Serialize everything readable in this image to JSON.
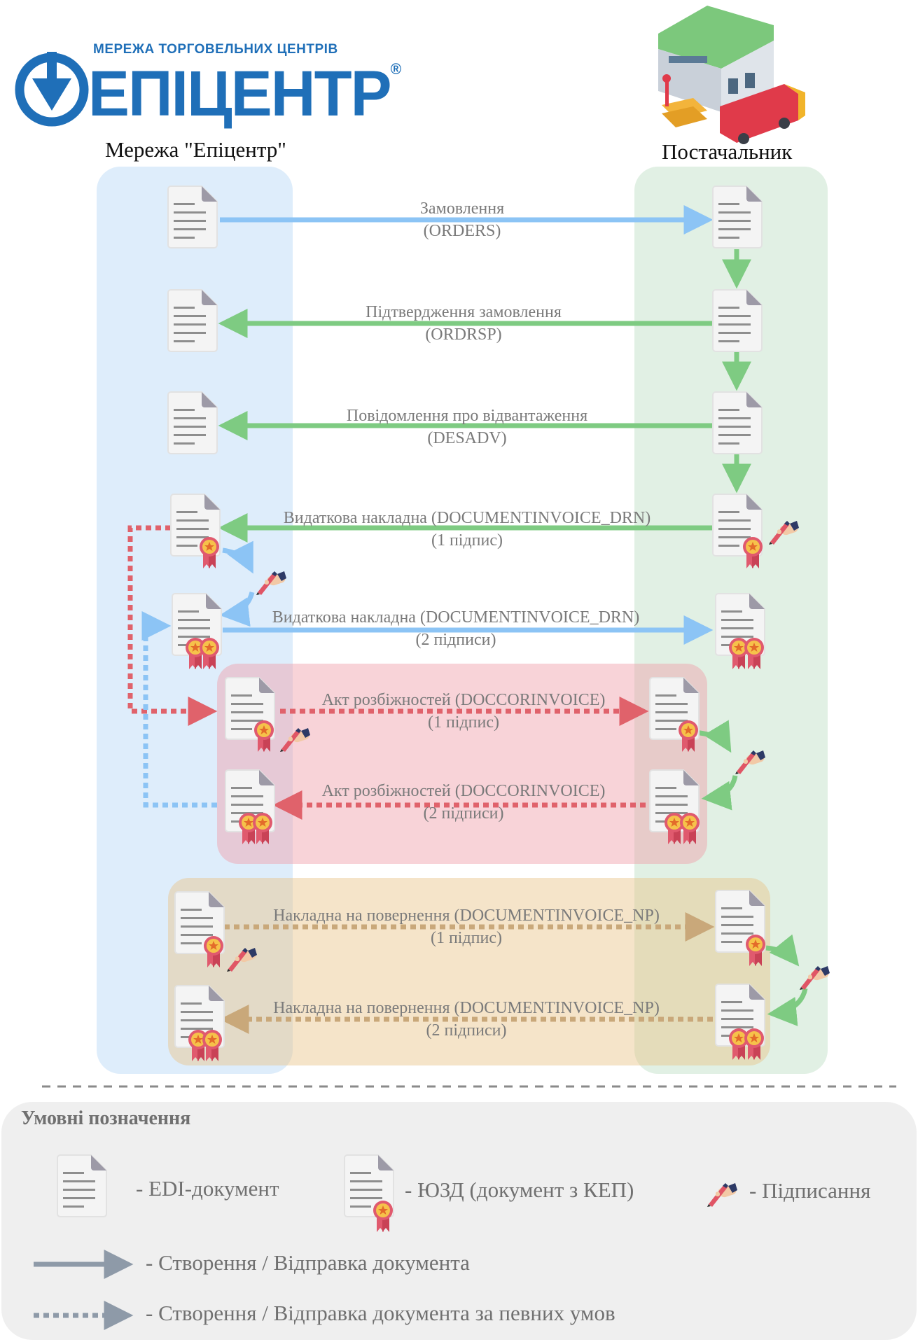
{
  "logo": {
    "tagline": "МЕРЕЖА ТОРГОВЕЛЬНИХ ЦЕНТРІВ",
    "brand": "ЕПІЦЕНТР",
    "registered": "®"
  },
  "lanes": {
    "left": "Мережа \"Епіцентр\"",
    "right": "Постачальник"
  },
  "flows": [
    {
      "id": "orders",
      "name": "Замовлення",
      "code": "(ORDERS)"
    },
    {
      "id": "ordrsp",
      "name": "Підтвердження замовлення",
      "code": "(ORDRSP)"
    },
    {
      "id": "desadv",
      "name": "Повідомлення про відвантаження",
      "code": "(DESADV)"
    },
    {
      "id": "drn1",
      "name": "Видаткова накладна  (DOCUMENTINVOICE_DRN)",
      "code": "(1 підпис)"
    },
    {
      "id": "drn2",
      "name": "Видаткова накладна  (DOCUMENTINVOICE_DRN)",
      "code": "(2 підписи)"
    },
    {
      "id": "doccor1",
      "name": "Акт розбіжностей (DOCCORINVOICE)",
      "code": "(1 підпис)"
    },
    {
      "id": "doccor2",
      "name": "Акт розбіжностей (DOCCORINVOICE)",
      "code": "(2 підписи)"
    },
    {
      "id": "np1",
      "name": "Накладна на повернення (DOCUMENTINVOICE_NP)",
      "code": "(1 підпис)"
    },
    {
      "id": "np2",
      "name": "Накладна на повернення (DOCUMENTINVOICE_NP)",
      "code": "(2 підписи)"
    }
  ],
  "legend": {
    "title": "Умовні позначення",
    "edi": "-  EDI-документ",
    "uzd": "-  ЮЗД (документ з КЕП)",
    "sign": "-  Підписання",
    "solid": "-  Створення / Відправка документа",
    "dotted": "-  Створення / Відправка документа за певних умов"
  },
  "colors": {
    "brand_blue": "#1f6fb8",
    "lane_left": "#deedfb",
    "lane_right": "#e1f0e4",
    "conflict_box": "#f3c9cf",
    "return_box": "#f3ddbc",
    "arrow_blue": "#8cc4f5",
    "arrow_green": "#7ecb82",
    "arrow_red": "#e0626b",
    "arrow_brown": "#c9a87a",
    "legend_bg": "#efefef"
  },
  "icons": [
    "edi-document-icon",
    "signed-document-icon",
    "signing-pen-icon",
    "warehouse-illustration"
  ]
}
